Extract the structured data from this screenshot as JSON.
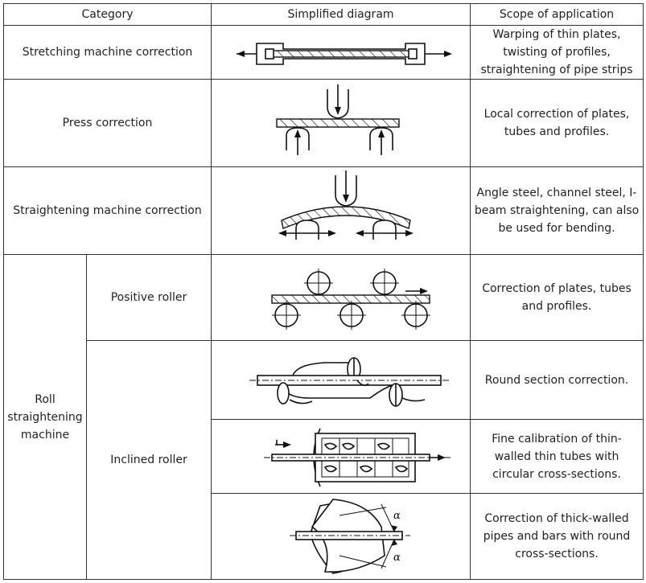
{
  "table": {
    "headers": [
      "Category",
      "Simplified diagram",
      "Scope of application"
    ],
    "rows": [
      {
        "category": "Stretching machine correction",
        "diagram_icon": "stretching-diagram",
        "scope": "Warping of thin plates, twisting of profiles, straightening of pipe strips"
      },
      {
        "category": "Press correction",
        "diagram_icon": "press-diagram",
        "scope": "Local correction of plates, tubes and profiles."
      },
      {
        "category": "Straightening machine correction",
        "diagram_icon": "straightening-diagram",
        "scope": "Angle steel, channel steel, I-beam straightening, can also be used for bending."
      },
      {
        "category": "Roll straightening machine",
        "subcategory": "Positive roller",
        "diagram_icon": "positive-roller-diagram",
        "scope": "Correction of plates, tubes and profiles."
      },
      {
        "category": "Roll straightening machine",
        "subcategory": "Inclined roller",
        "diagram_icon": "inclined-roller-diagram-1",
        "scope": "Round section correction."
      },
      {
        "category": "Roll straightening machine",
        "subcategory": "Inclined roller",
        "diagram_icon": "inclined-roller-diagram-2",
        "scope": "Fine calibration of thin-walled thin tubes with circular cross-sections."
      },
      {
        "category": "Roll straightening machine",
        "subcategory": "Inclined roller",
        "diagram_icon": "inclined-roller-diagram-3",
        "scope": "Correction of thick-walled pipes and bars with round cross-sections.",
        "angle_label": "α"
      }
    ]
  }
}
